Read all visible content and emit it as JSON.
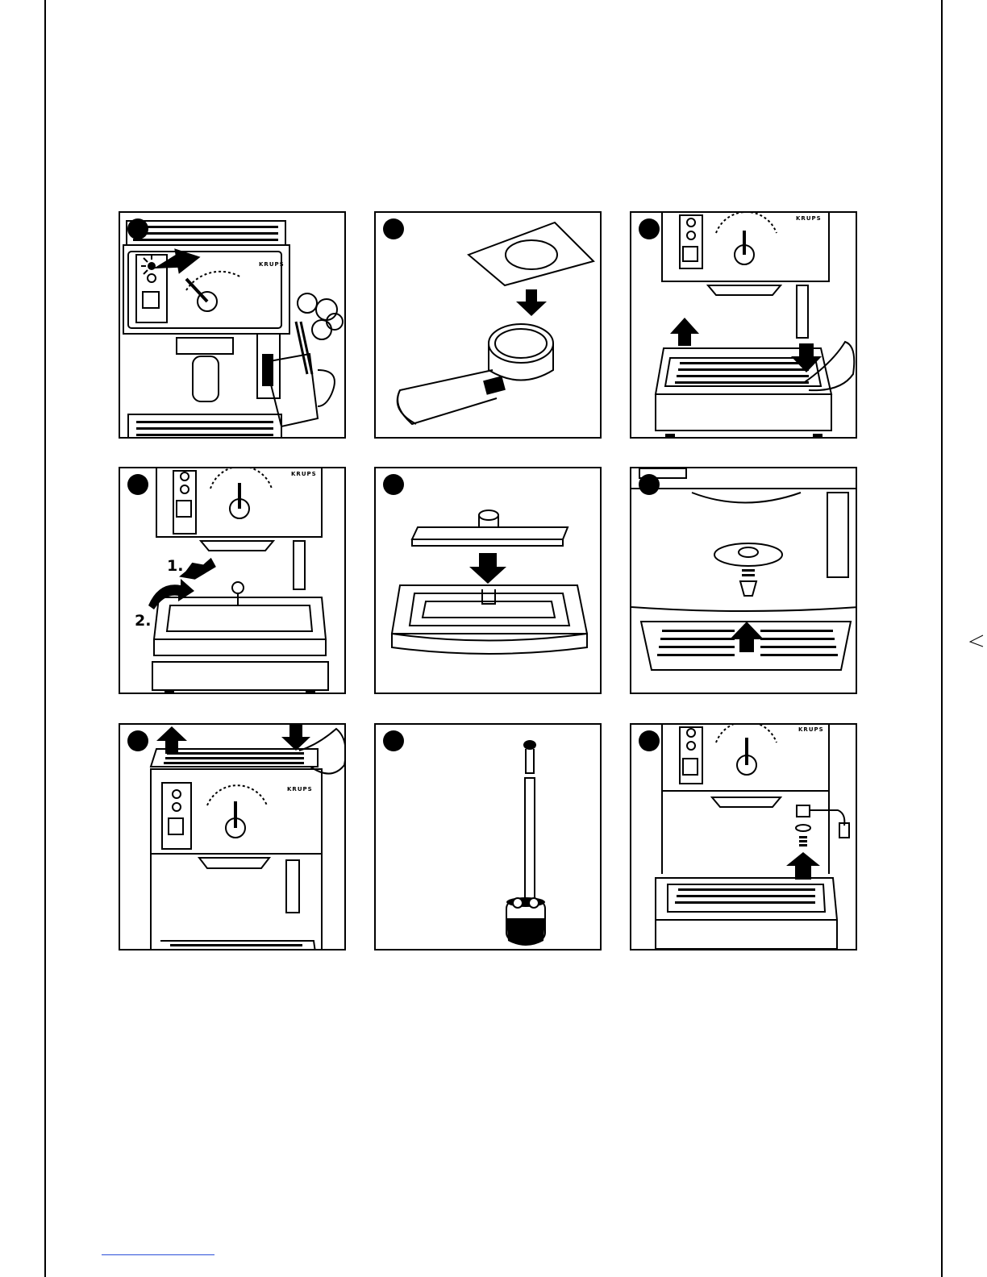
{
  "figure": {
    "brand_text": "KRUPS",
    "step_labels": {
      "first": "1.",
      "second": "2."
    },
    "panels": [
      {
        "position": 1,
        "depicts": "steam-wand-frothing"
      },
      {
        "position": 2,
        "depicts": "pod-into-filter-holder"
      },
      {
        "position": 3,
        "depicts": "drip-tray-removal"
      },
      {
        "position": 4,
        "depicts": "drip-tray-two-step-removal"
      },
      {
        "position": 5,
        "depicts": "drip-tray-lid-insert"
      },
      {
        "position": 6,
        "depicts": "shower-screen-screw"
      },
      {
        "position": 7,
        "depicts": "cup-tray-removal"
      },
      {
        "position": 8,
        "depicts": "cleaning-needle"
      },
      {
        "position": 9,
        "depicts": "steam-nozzle-assembly"
      }
    ]
  },
  "colors": {
    "ink": "#000000",
    "paper": "#ffffff",
    "link": "#2b4fd8"
  }
}
